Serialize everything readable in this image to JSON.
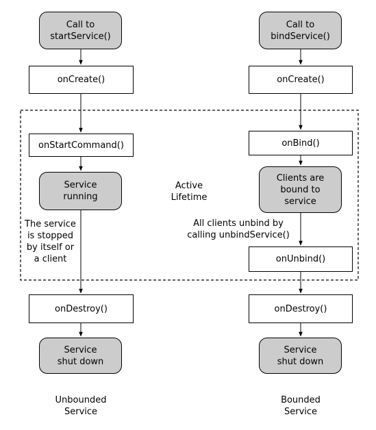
{
  "left_column": {
    "start": "Call to\nstartService()",
    "create": "onCreate()",
    "command": "onStartCommand()",
    "running": "Service\nrunning",
    "stopped_note": "The service\nis stopped\nby itself or\na client",
    "destroy": "onDestroy()",
    "shutdown": "Service\nshut down",
    "caption": "Unbounded\nService"
  },
  "right_column": {
    "start": "Call to\nbindService()",
    "create": "onCreate()",
    "bind": "onBind()",
    "clients_bound": "Clients are\nbound to\nservice",
    "unbind_note": "All clients unbind by\ncalling unbindService()",
    "unbind": "onUnbind()",
    "destroy": "onDestroy()",
    "shutdown": "Service\nshut down",
    "caption": "Bounded\nService"
  },
  "active_lifetime_label": "Active\nLifetime"
}
